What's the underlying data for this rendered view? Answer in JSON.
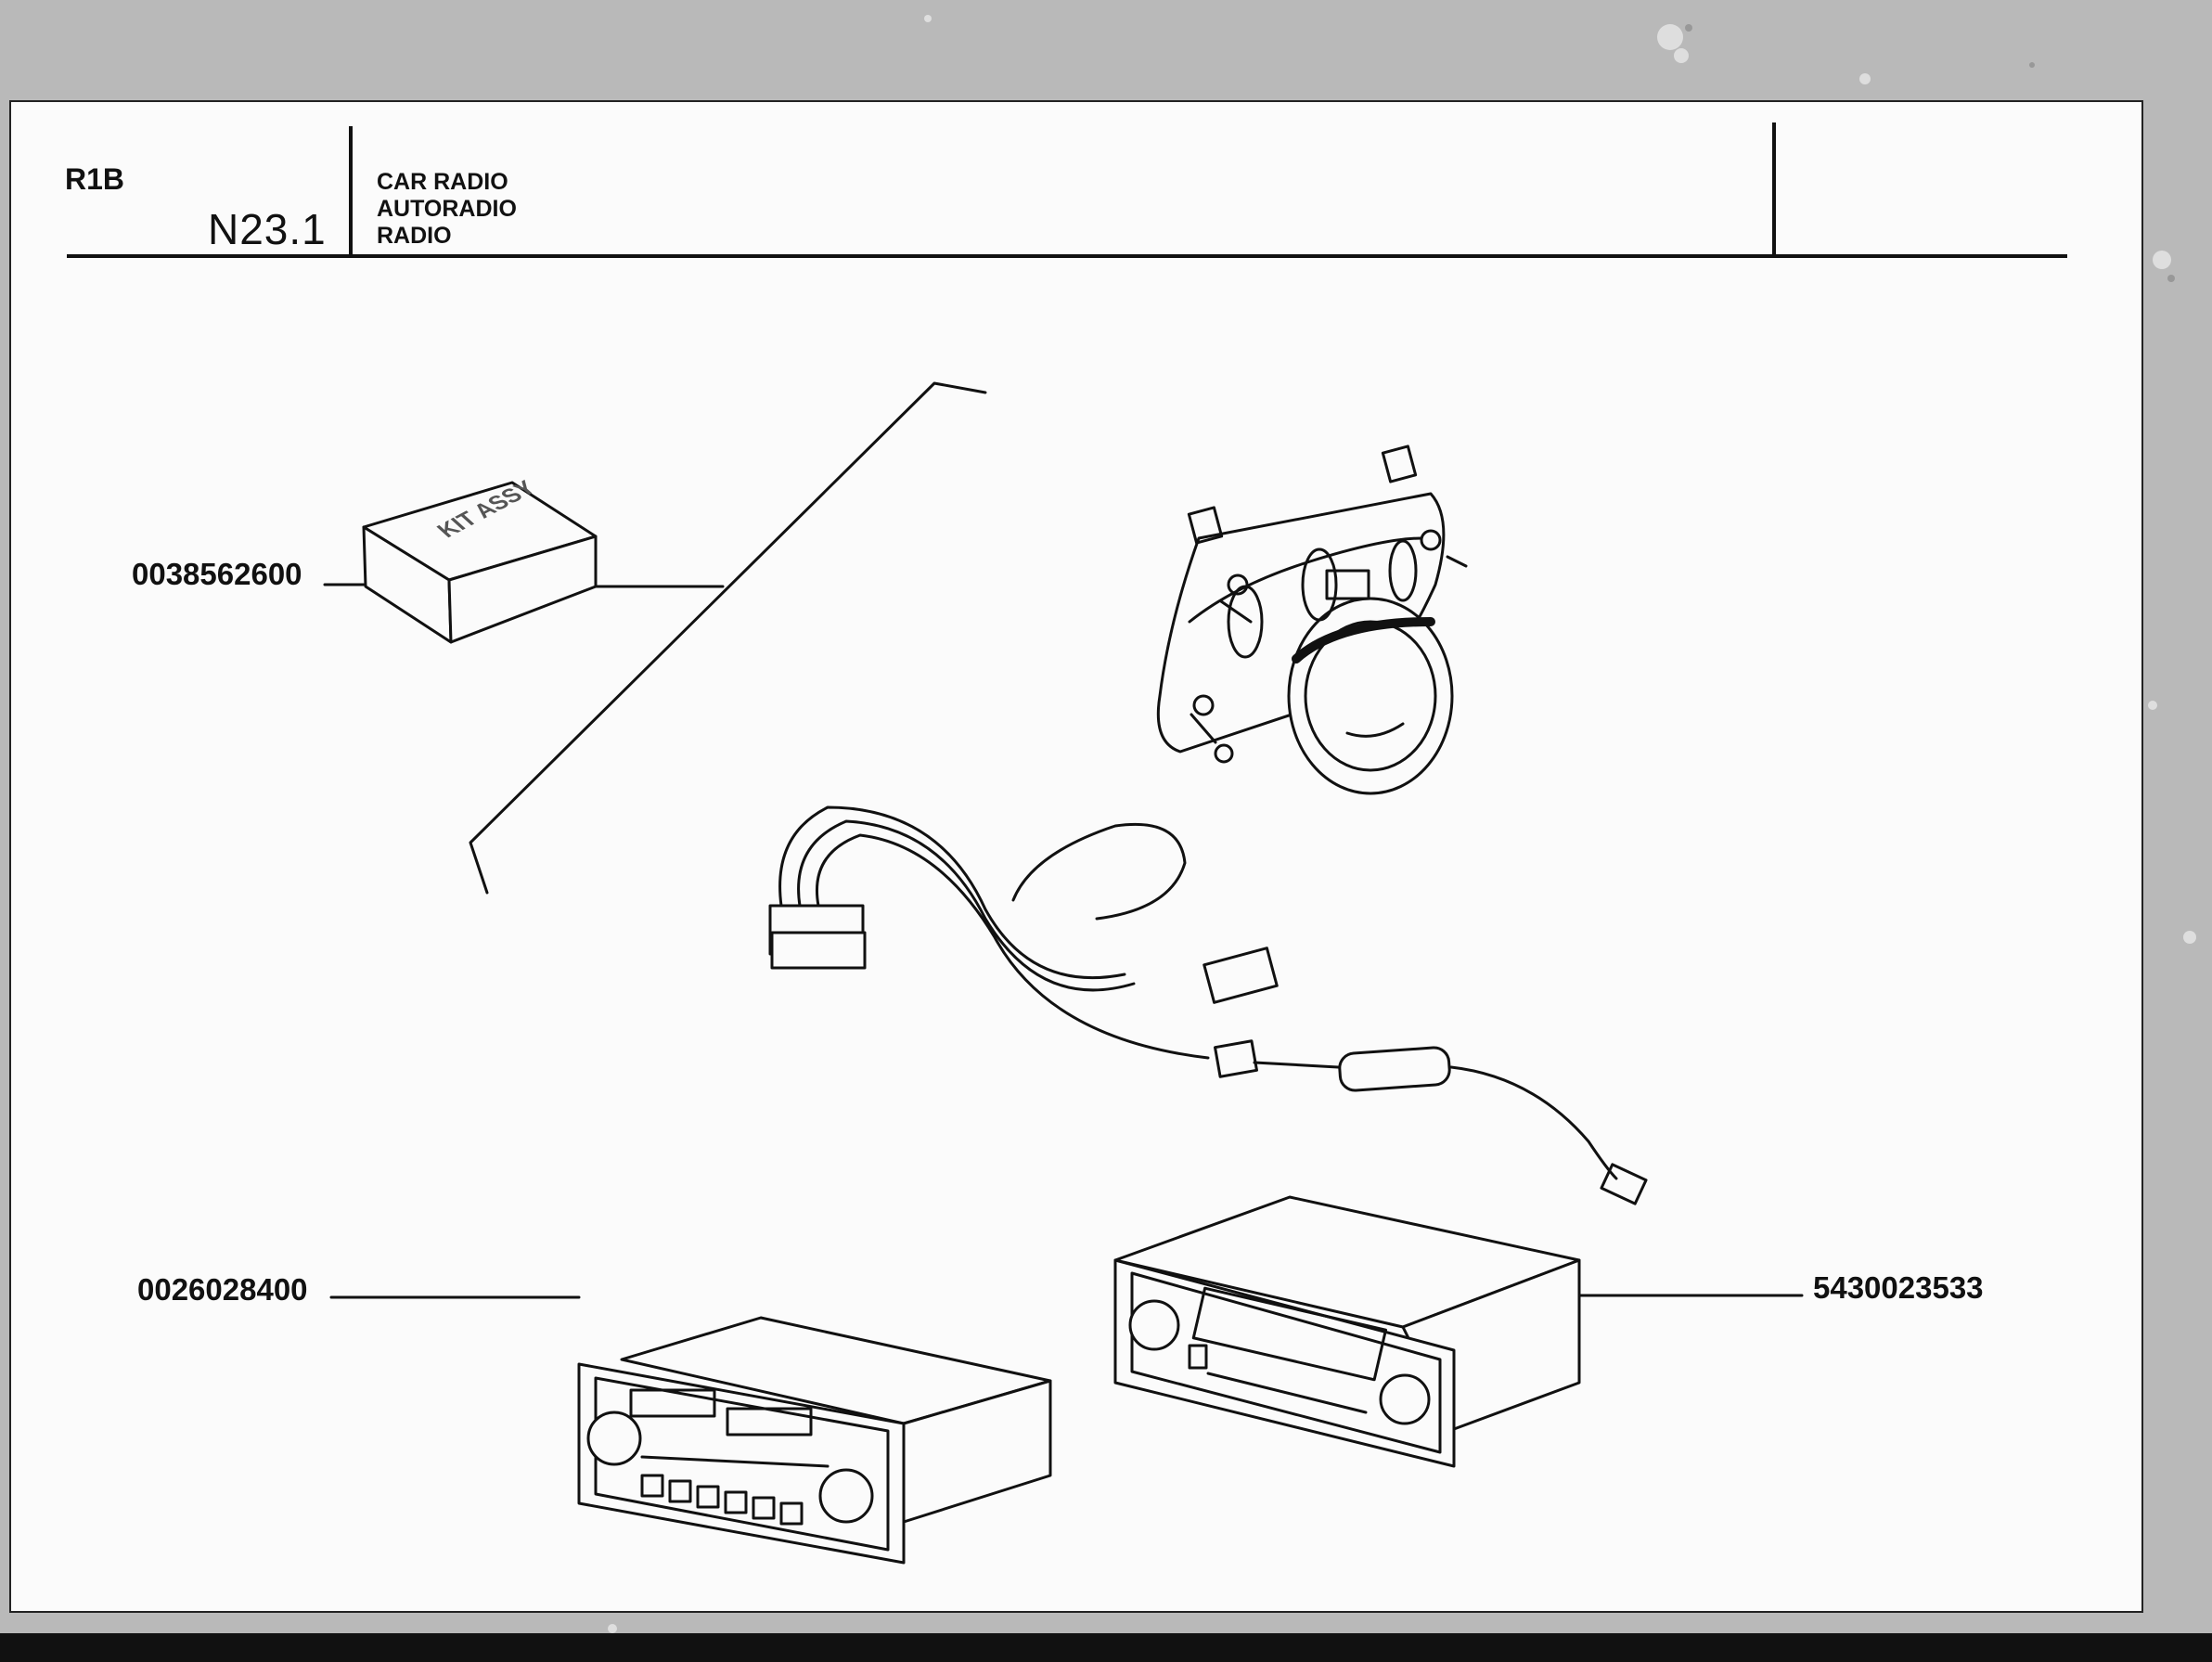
{
  "header": {
    "section_ref": "R1B",
    "page_number": "N23.1",
    "titles": [
      "CAR RADIO",
      "AUTORADIO",
      "RADIO"
    ]
  },
  "parts": [
    {
      "ref": "0038562600",
      "label_on_box": "KIT ASSY"
    },
    {
      "ref": "0026028400"
    },
    {
      "ref": "5430023533"
    }
  ]
}
